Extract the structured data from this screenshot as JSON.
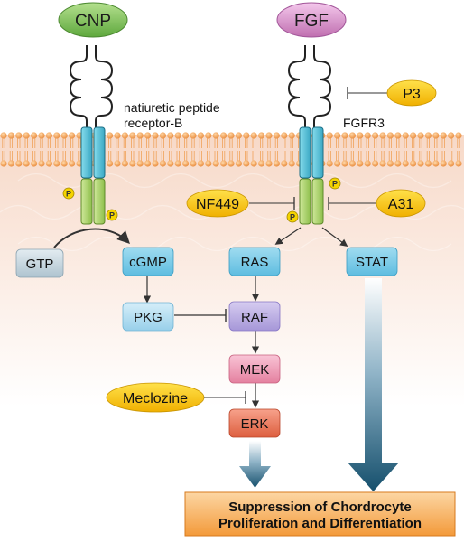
{
  "ligands": {
    "cnp": "CNP",
    "fgf": "FGF"
  },
  "receptors": {
    "npr_b_line1": "natiuretic peptide",
    "npr_b_line2": "receptor-B",
    "fgfr3": "FGFR3"
  },
  "phospho_label": "P",
  "inhibitors": {
    "p3": "P3",
    "nf449": "NF449",
    "a31": "A31",
    "meclozine": "Meclozine"
  },
  "nodes": {
    "gtp": "GTP",
    "cgmp": "cGMP",
    "pkg": "PKG",
    "ras": "RAS",
    "raf": "RAF",
    "mek": "MEK",
    "erk": "ERK",
    "stat": "STAT"
  },
  "outcome": {
    "line1": "Suppression of Chordrocyte",
    "line2": "Proliferation and Differentiation"
  },
  "colors": {
    "cnp_ellipse": "#7fbf5a",
    "fgf_ellipse": "#d98fc8",
    "inhibitor": "#f5c400",
    "receptor_tm": "#4ec0d8",
    "receptor_kinase": "#a6cf6a",
    "membrane_head": "#f4a860",
    "outcome_box": "#f6a03c"
  }
}
